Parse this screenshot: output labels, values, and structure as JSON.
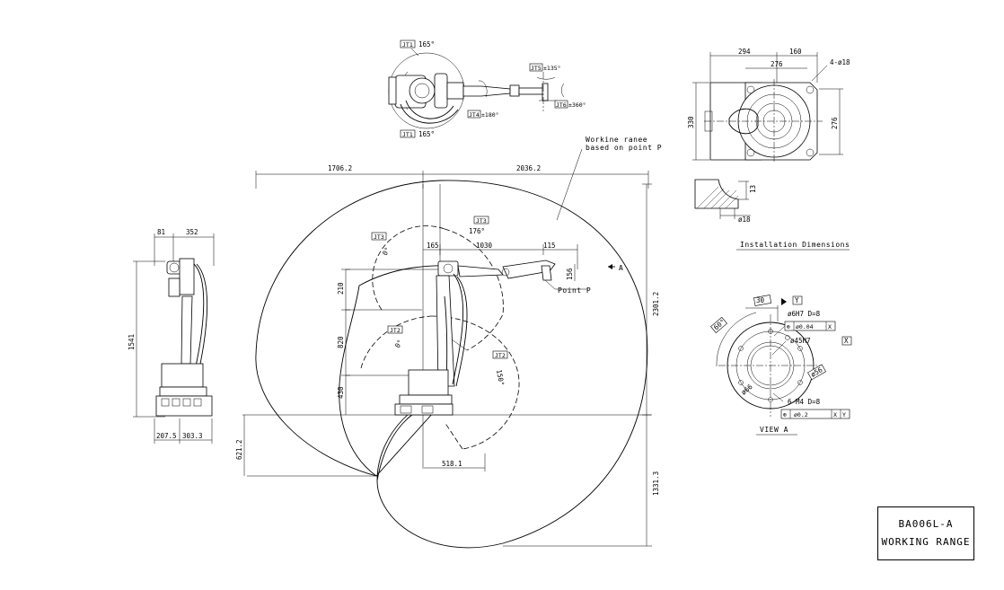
{
  "title_block": {
    "model": "BA006L-A",
    "caption": "WORKING RANGE"
  },
  "top_view": {
    "jt1_tag_top": "JT1",
    "jt1_angle_top": "165°",
    "jt1_tag_bottom": "JT1",
    "jt1_angle_bottom": "165°",
    "jt5_tag": "JT5",
    "jt5_range": "±135°",
    "jt4_tag": "JT4",
    "jt4_range": "±180°",
    "jt6_tag": "JT6",
    "jt6_range": "±360°"
  },
  "side_view": {
    "dim_depth_top": "81",
    "dim_width_top": "352",
    "dim_height": "1541",
    "dim_base_left": "207.5",
    "dim_base_right": "303.3"
  },
  "main_view": {
    "working_range_note_line1": "Workine ranee",
    "working_range_note_line2": "based on point P",
    "point_p_label": "Point P",
    "view_arrow_label": "A",
    "dim_reach_left": "1706.2",
    "dim_reach_right": "2036.2",
    "dim_165": "165",
    "dim_1030": "1030",
    "dim_115": "115",
    "dim_156": "156",
    "dim_210": "210",
    "dim_820": "820",
    "dim_430": "430",
    "dim_2301": "2301.2",
    "dim_621": "621.2",
    "dim_1331": "1331.3",
    "dim_518": "518.1",
    "jt3_tag_a": "JT3",
    "jt3_angle_a": "0°",
    "jt3_tag_b": "JT3",
    "jt3_angle_b": "176°",
    "jt2_tag_a": "JT2",
    "jt2_angle_a": "0°",
    "jt2_tag_b": "JT2",
    "jt2_angle_b": "150°"
  },
  "installation": {
    "dim_294": "294",
    "dim_160": "160",
    "dim_276_top": "276",
    "dim_hole": "4-ø18",
    "dim_330": "330",
    "dim_276_side": "276",
    "dim_13": "13",
    "dim_phi18": "ø18",
    "caption": "Installation Dimensions"
  },
  "view_a": {
    "dim_30": "30",
    "datum_y": "Y",
    "dim_pin": "ø6H7 D=8",
    "tol_1_value": "ø0.04",
    "tol_1_datum": "X",
    "dim_bore": "ø45H7",
    "datum_x": "X",
    "dim_60": "60°",
    "dim_pcd": "ø56",
    "dim_outer": "ø66",
    "dim_thread": "6-M4 D=8",
    "tol_2_value": "ø0.2",
    "tol_2_datum_x": "X",
    "tol_2_datum_y": "Y",
    "caption": "VIEW A"
  }
}
